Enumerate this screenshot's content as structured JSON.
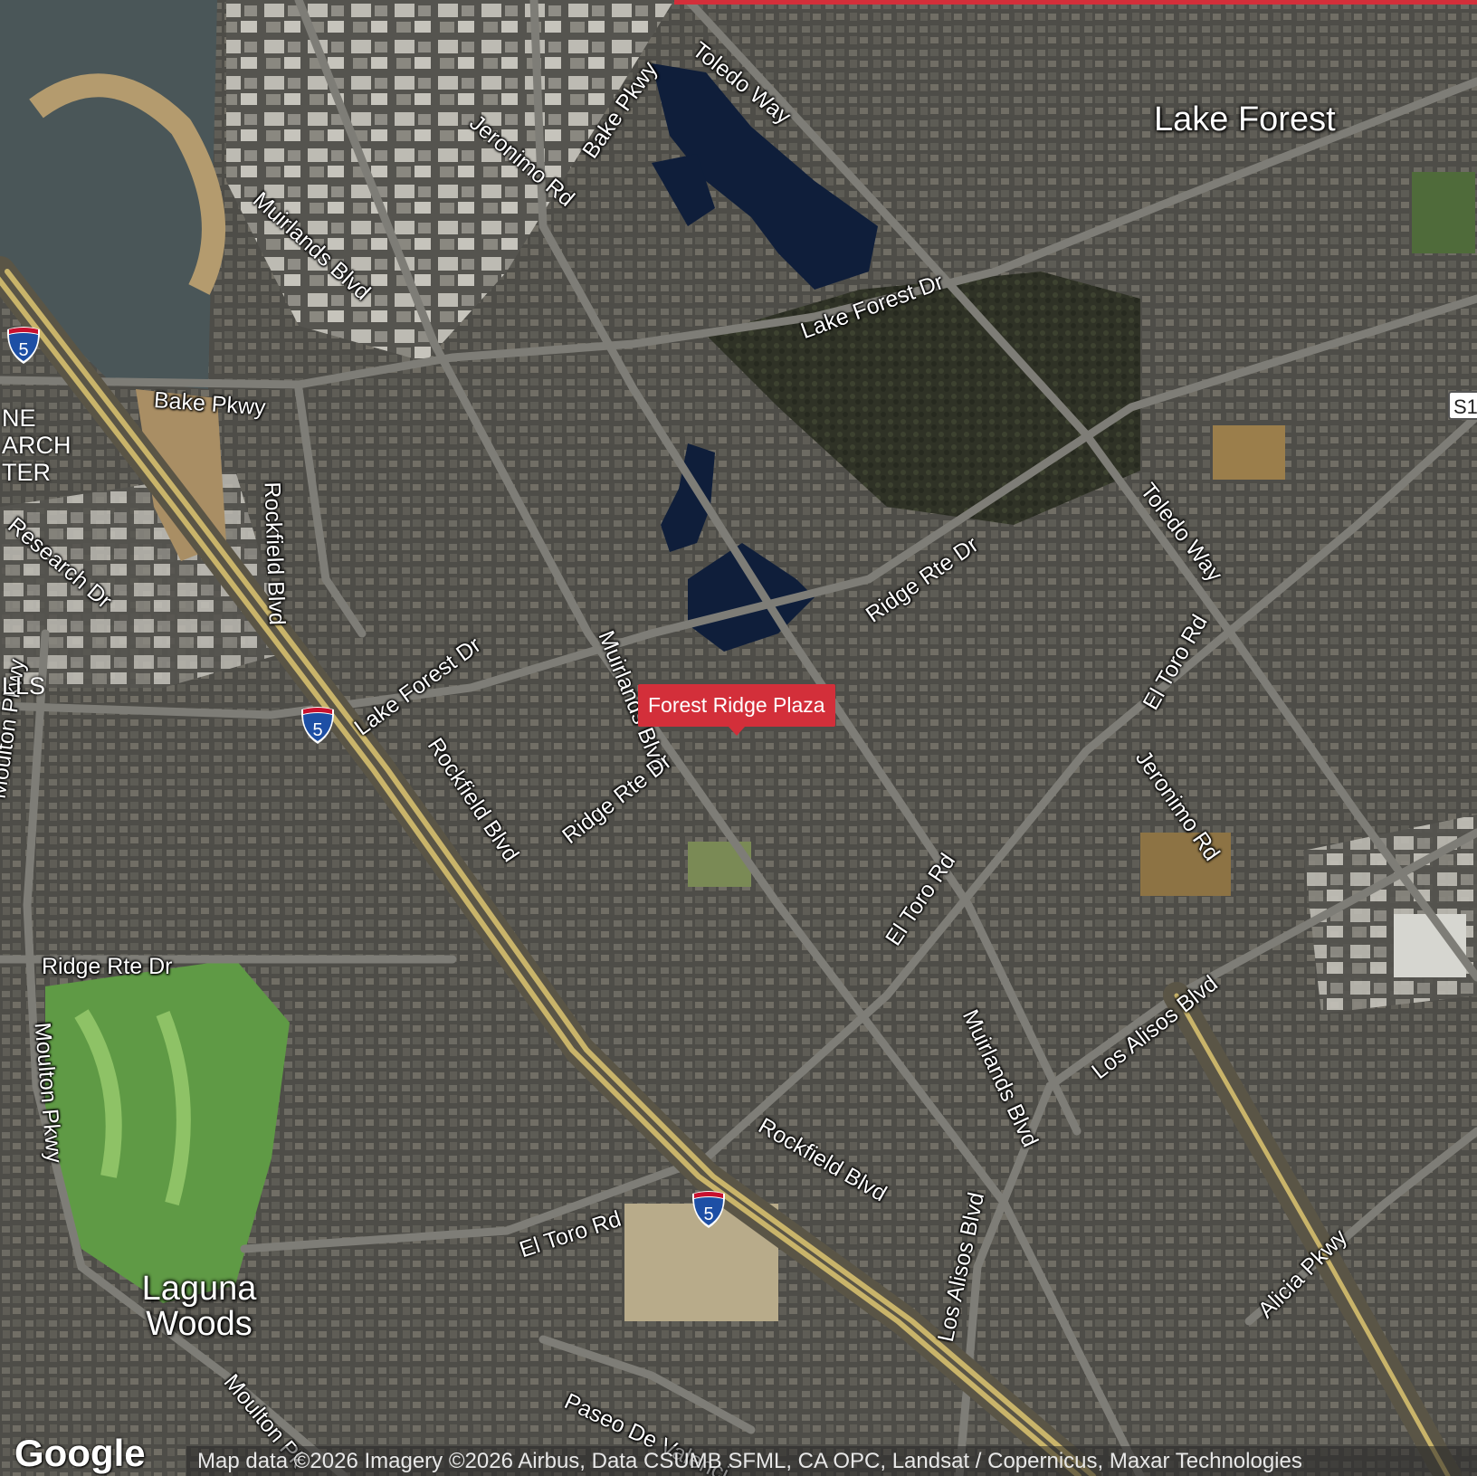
{
  "map": {
    "type": "satellite",
    "roads": [
      {
        "id": "toledo-way-n",
        "label": "Toledo Way"
      },
      {
        "id": "jeronimo-rd-n",
        "label": "Jeronimo Rd"
      },
      {
        "id": "bake-pkwy-n",
        "label": "Bake Pkwy"
      },
      {
        "id": "muirlands-blvd-nw",
        "label": "Muirlands Blvd"
      },
      {
        "id": "lake-forest-dr-ne",
        "label": "Lake Forest Dr"
      },
      {
        "id": "bake-pkwy-w",
        "label": "Bake Pkwy"
      },
      {
        "id": "rockfield-blvd-n",
        "label": "Rockfield Blvd"
      },
      {
        "id": "research-dr",
        "label": "Research Dr"
      },
      {
        "id": "toledo-way-e",
        "label": "Toledo Way"
      },
      {
        "id": "ridge-rte-dr-ne",
        "label": "Ridge Rte Dr"
      },
      {
        "id": "muirlands-blvd-c",
        "label": "Muirlands Blvd"
      },
      {
        "id": "el-toro-rd-ne",
        "label": "El Toro Rd"
      },
      {
        "id": "lake-forest-dr-w",
        "label": "Lake Forest Dr"
      },
      {
        "id": "moulton-pkwy-n",
        "label": "Moulton Pkwy"
      },
      {
        "id": "rockfield-blvd-c",
        "label": "Rockfield Blvd"
      },
      {
        "id": "ridge-rte-dr-c",
        "label": "Ridge Rte Dr"
      },
      {
        "id": "jeronimo-rd-e",
        "label": "Jeronimo Rd"
      },
      {
        "id": "el-toro-rd-c",
        "label": "El Toro Rd"
      },
      {
        "id": "ridge-rte-dr-w",
        "label": "Ridge Rte Dr"
      },
      {
        "id": "muirlands-blvd-se",
        "label": "Muirlands Blvd"
      },
      {
        "id": "los-alisos-blvd-e",
        "label": "Los Alisos Blvd"
      },
      {
        "id": "moulton-pkwy-s",
        "label": "Moulton Pkwy"
      },
      {
        "id": "rockfield-blvd-s",
        "label": "Rockfield Blvd"
      },
      {
        "id": "el-toro-rd-sw",
        "label": "El Toro Rd"
      },
      {
        "id": "los-alisos-blvd-s",
        "label": "Los Alisos Blvd"
      },
      {
        "id": "alicia-pkwy",
        "label": "Alicia Pkwy"
      },
      {
        "id": "moulton-pkwy-sw",
        "label": "Moulton Pk"
      },
      {
        "id": "paseo-de-valencia",
        "label": "Paseo De Valenci"
      }
    ],
    "places": [
      {
        "id": "lake-forest",
        "label": "Lake Forest"
      },
      {
        "id": "laguna-woods",
        "label": "Laguna Woods"
      }
    ],
    "edge_text": [
      {
        "id": "research-center",
        "lines": [
          "NE",
          "ARCH",
          "TER"
        ]
      },
      {
        "id": "hills",
        "lines": [
          "LLS"
        ]
      }
    ],
    "shields": [
      {
        "id": "i5-a",
        "number": "5"
      },
      {
        "id": "i5-b",
        "number": "5"
      },
      {
        "id": "i5-c",
        "number": "5"
      }
    ],
    "route_marker": "S1",
    "pin": {
      "label": "Forest Ridge Plaza",
      "color": "#d32f3a"
    },
    "logo": "Google",
    "attribution": "Map data ©2026 Imagery ©2026 Airbus, Data CSUMB SFML, CA OPC, Landsat / Copernicus, Maxar Technologies",
    "colors": {
      "accent": "#d32f3a",
      "freeway": "#c9b46a",
      "water": "#0f1e3a",
      "golf": "#6aa84f"
    }
  }
}
